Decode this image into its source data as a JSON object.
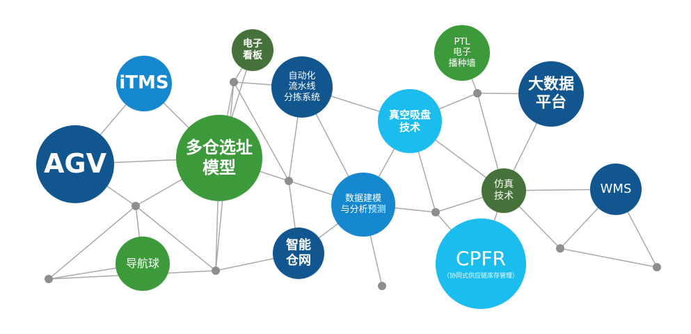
{
  "colors": {
    "blue": "#1688cf",
    "navy": "#11568f",
    "green": "#3c9a3b",
    "dark_green": "#47713a",
    "cyan": "#1bbdee",
    "line": "#a9a9a9",
    "dot": "#8e8e8e"
  },
  "nodes": {
    "itms": {
      "lines": [
        "iTMS"
      ]
    },
    "agv": {
      "lines": [
        "AGV"
      ]
    },
    "multi": {
      "lines": [
        "多仓选址",
        "模型"
      ]
    },
    "eboard": {
      "lines": [
        "电子",
        "看板"
      ]
    },
    "auto": {
      "lines": [
        "自动化",
        "流水线",
        "分拣系统"
      ]
    },
    "vacuum": {
      "lines": [
        "真空吸盘",
        "技术"
      ]
    },
    "ptl": {
      "lines": [
        "PTL",
        "电子",
        "播种墙"
      ]
    },
    "bigdata": {
      "lines": [
        "大数据",
        "平台"
      ]
    },
    "model": {
      "lines": [
        "数据建模",
        "与分析预测"
      ]
    },
    "sim": {
      "lines": [
        "仿真",
        "技术"
      ]
    },
    "wms": {
      "lines": [
        "WMS"
      ]
    },
    "smart": {
      "lines": [
        "智能",
        "仓网"
      ]
    },
    "nav": {
      "lines": [
        "导航球"
      ]
    },
    "cpfr": {
      "lines": [
        "CPFR"
      ],
      "subtitle": "（协同式供应链库存管理）"
    }
  }
}
